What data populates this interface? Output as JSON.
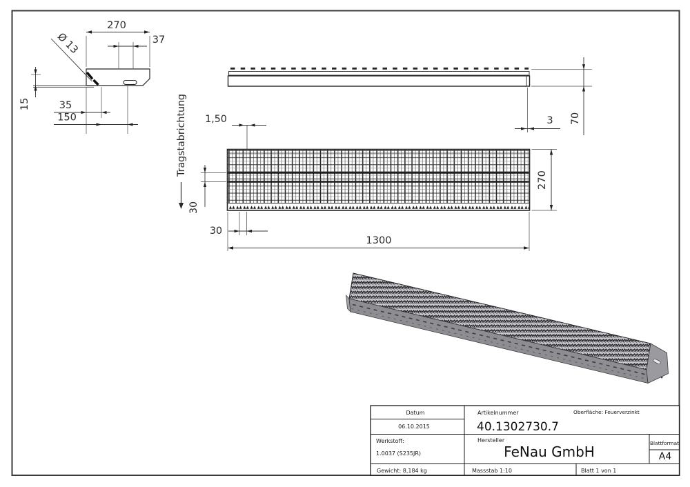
{
  "side_view": {
    "dim_width": "270",
    "dim_slot_offset": "37",
    "dim_hole": "Ø 13",
    "dim_nose_height": "15",
    "dim_hole_offset": "35",
    "dim_slot_distance": "150"
  },
  "front_view": {
    "dim_end_plate": "3",
    "dim_height": "70"
  },
  "plan_view": {
    "direction_label": "Tragstabrichtung",
    "dim_bar_thickness": "1,50",
    "dim_mesh_vertical": "30",
    "dim_mesh_horizontal": "30",
    "dim_length": "1300",
    "dim_depth": "270"
  },
  "title_block": {
    "datum_label": "Datum",
    "datum_value": "06.10.2015",
    "artikelnummer_label": "Artikelnummer",
    "artikelnummer_value": "40.1302730.7",
    "oberflaeche_text": "Oberfläche:  Feuerverzinkt",
    "werkstoff_label": "Werkstoff:",
    "werkstoff_value": "1.0037 (S235JR)",
    "hersteller_label": "Hersteller",
    "hersteller_value": "FeNau GmbH",
    "blattformat_label": "Blattformat",
    "blattformat_value": "A4",
    "gewicht_text": "Gewicht: 8,184 kg",
    "massstab_text": "Massstab 1:10",
    "blatt_text": "Blatt 1 von 1"
  }
}
